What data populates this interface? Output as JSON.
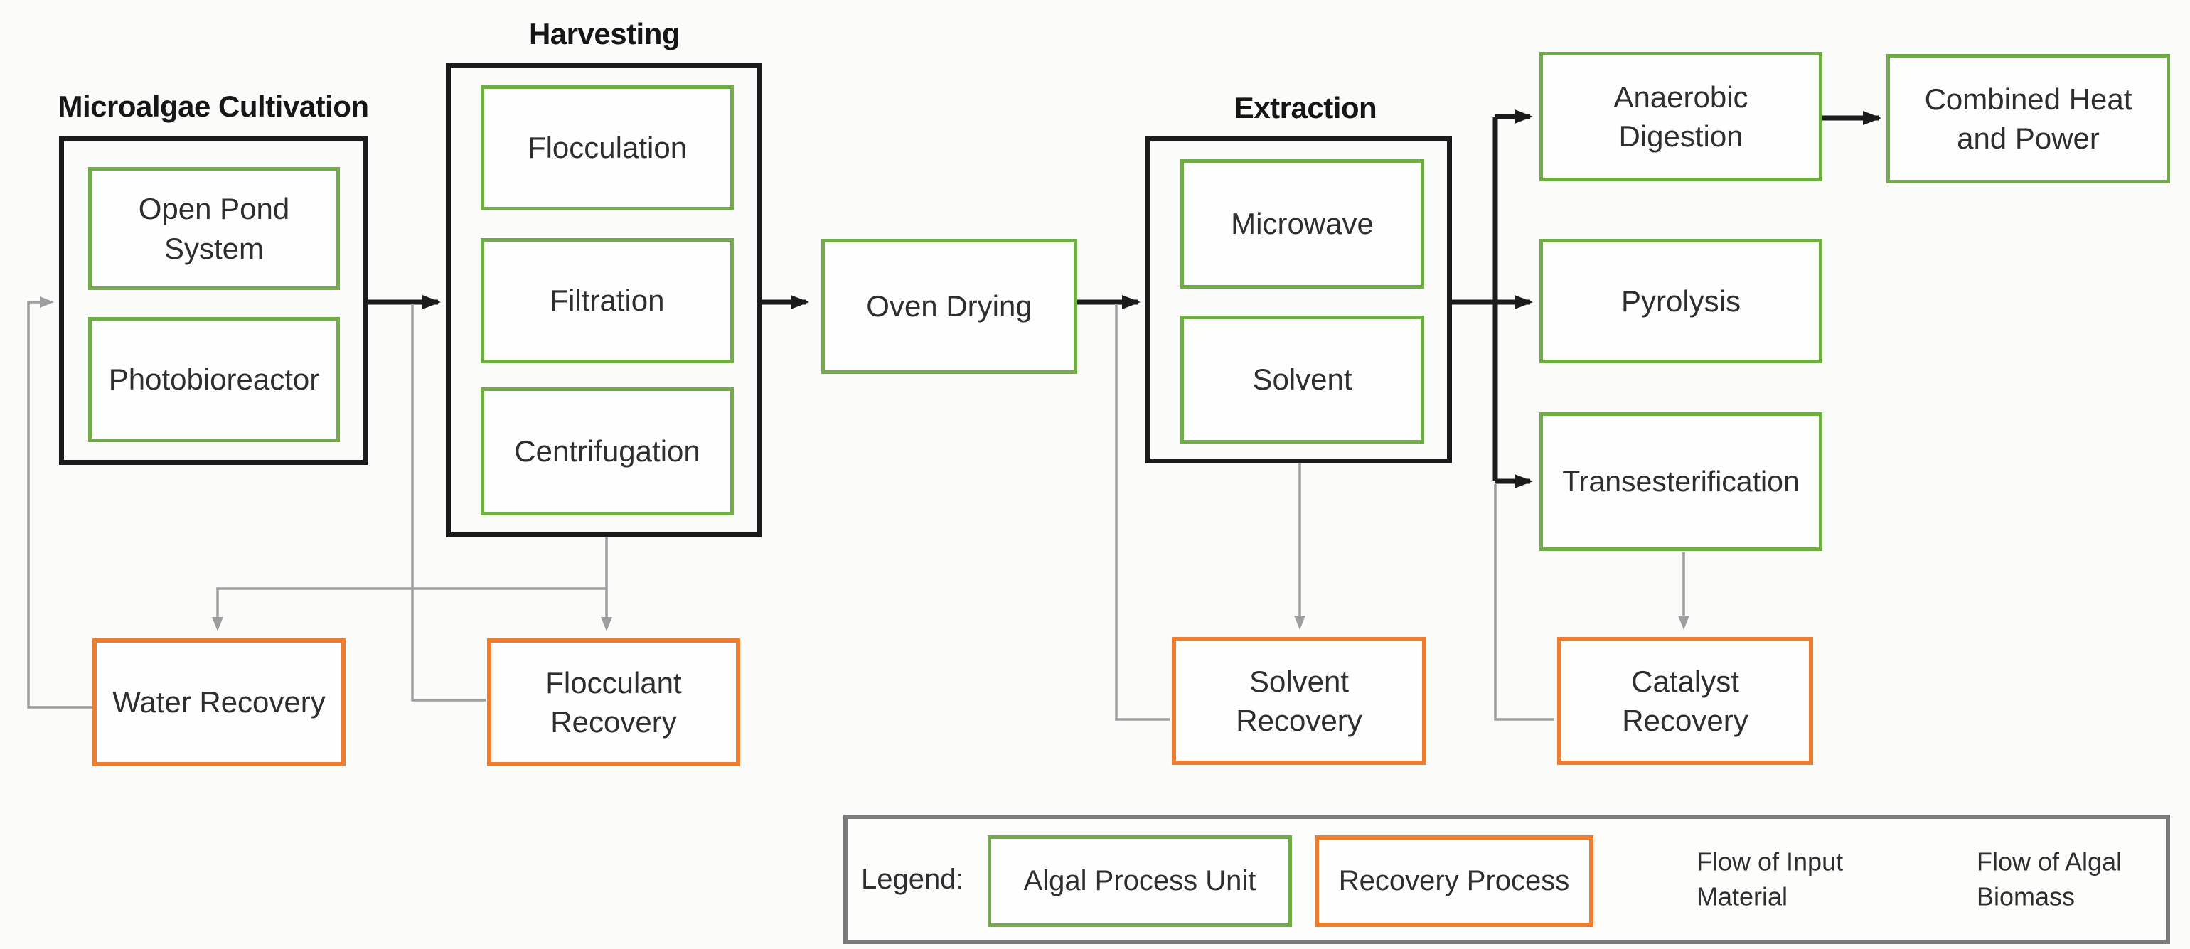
{
  "titles": {
    "cultivation": "Microalgae Cultivation",
    "harvesting": "Harvesting",
    "extraction": "Extraction"
  },
  "nodes": {
    "open_pond": "Open Pond System",
    "photobioreactor": "Photobioreactor",
    "flocculation": "Flocculation",
    "filtration": "Filtration",
    "centrifugation": "Centrifugation",
    "oven_drying": "Oven Drying",
    "microwave": "Microwave",
    "solvent": "Solvent",
    "anaerobic_digestion": "Anaerobic Digestion",
    "combined_heat_power": "Combined Heat and Power",
    "pyrolysis": "Pyrolysis",
    "transesterification": "Transesterification"
  },
  "recovery": {
    "water": "Water Recovery",
    "flocculant": "Flocculant Recovery",
    "solvent": "Solvent Recovery",
    "catalyst": "Catalyst Recovery"
  },
  "legend": {
    "title": "Legend:",
    "algal_unit": "Algal Process Unit",
    "recovery_process": "Recovery Process",
    "flow_input": "Flow of Input Material",
    "flow_biomass": "Flow of Algal Biomass"
  },
  "colors": {
    "algal_process_unit_border": "#70AD47",
    "recovery_process_border": "#ED7D31",
    "group_box_border": "#1B1B1B",
    "flow_input_material": "#9E9E9E",
    "flow_algal_biomass": "#1B1B1B",
    "legend_border": "#7B7B7B"
  },
  "edges": {
    "flow_of_algal_biomass": [
      "Microalgae Cultivation → Harvesting",
      "Harvesting → Oven Drying",
      "Oven Drying → Extraction",
      "Extraction → Anaerobic Digestion",
      "Extraction → Pyrolysis",
      "Extraction → Transesterification",
      "Anaerobic Digestion → Combined Heat and Power"
    ],
    "flow_of_input_material": [
      "Water Recovery → Microalgae Cultivation",
      "Harvesting → Water Recovery",
      "Harvesting → Flocculant Recovery",
      "Cultivation-Harvesting stream → Flocculant Recovery",
      "Extraction → Solvent Recovery",
      "Oven Drying-Extraction stream → Solvent Recovery",
      "Transesterification → Catalyst Recovery",
      "Extraction branch → Catalyst Recovery"
    ]
  }
}
